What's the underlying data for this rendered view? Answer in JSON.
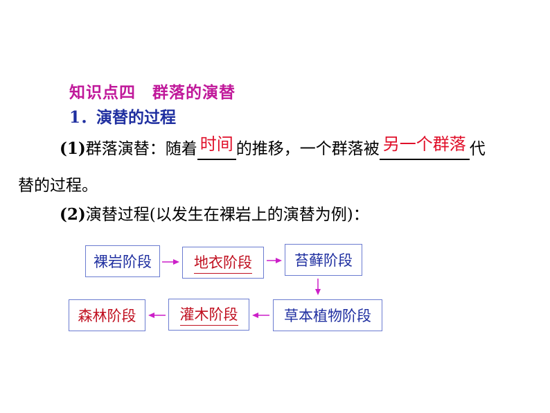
{
  "section": {
    "title": "知识点四　群落的演替",
    "subtitle": "1．演替的过程"
  },
  "p1": {
    "prefix": "(1)",
    "text_a": "群落演替：随着",
    "blank1": "时间",
    "text_b": "的推移，一个群落被",
    "blank2": "另一个群落",
    "text_c": "代",
    "line2": "替的过程。"
  },
  "p2": {
    "prefix": "(2)",
    "text": "演替过程(以发生在裸岩上的演替为例)："
  },
  "flow": {
    "stages": [
      "裸岩阶段",
      "地衣阶段",
      "苔藓阶段",
      "草本植物阶段",
      "灌木阶段",
      "森林阶段"
    ],
    "colors": {
      "heading": "#c0189a",
      "subtitle": "#1f2fa0",
      "answer": "#e0102a",
      "arrow": "#cc1fc8",
      "box_border": "#6a7bd0",
      "stage_blue": "#1f2fa0",
      "stage_red": "#c01020"
    }
  }
}
